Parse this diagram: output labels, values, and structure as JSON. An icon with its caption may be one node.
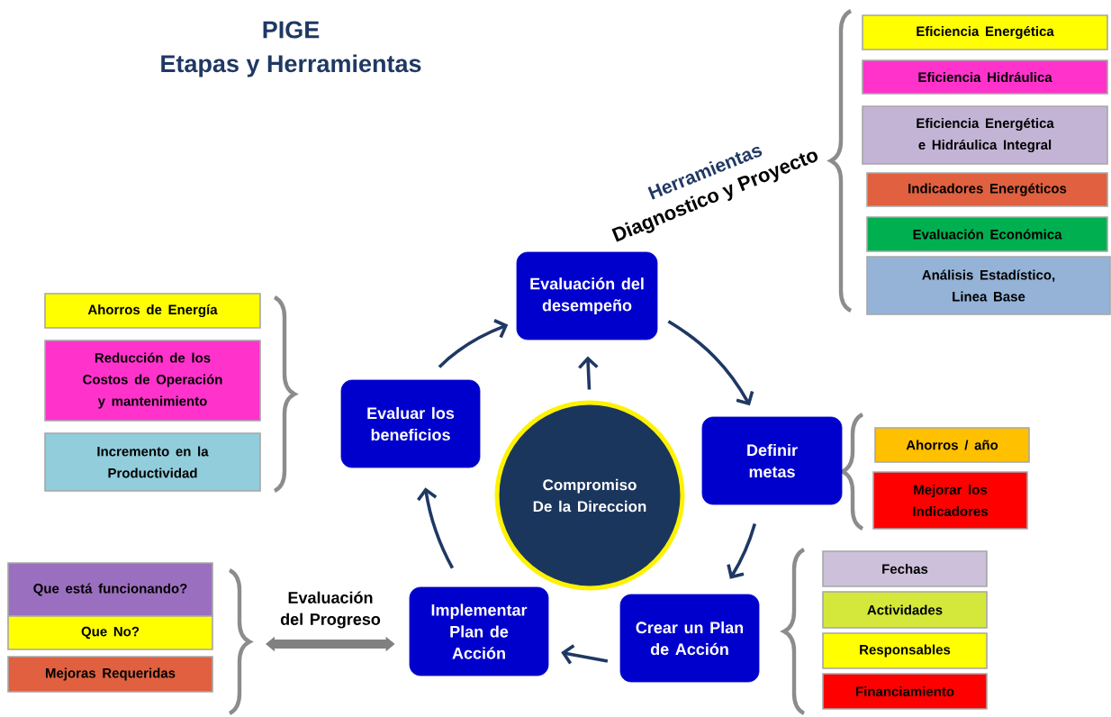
{
  "diagram": {
    "title": "PIGE",
    "nodes": [
      {
        "text": [
          "Evaluación del desempeño"
        ]
      },
      {
        "text": [
          "Definir metas"
        ]
      },
      {
        "text": [
          "Crear un Plan de Acción"
        ]
      },
      {
        "text": [
          "Implementar Plan de Acción"
        ]
      },
      {
        "text": [
          "Evaluar los beneficios"
        ]
      },
      {
        "text": [
          "Compromiso De la Direccion"
        ]
      },
      {
        "text": [
          "Eficiencia Energética"
        ]
      },
      {
        "text": [
          "Eficiencia Hidráulica"
        ]
      },
      {
        "text": [
          "Eficiencia Energética e Hidráulica Integral"
        ]
      },
      {
        "text": [
          "Indicadores Energéticos"
        ]
      },
      {
        "text": [
          "Evaluación Económica"
        ]
      },
      {
        "text": [
          "Análisis Estadístico, Linea Base"
        ]
      },
      {
        "text": [
          "Ahorros de Energía"
        ]
      },
      {
        "text": [
          "Reducción de los Costos de Operación y mantenimiento"
        ]
      },
      {
        "text": [
          "Incremento en la Productividad"
        ]
      },
      {
        "text": [
          "Ahorros / año"
        ]
      },
      {
        "text": [
          "Mejorar los Indicadores"
        ]
      },
      {
        "text": [
          "Fechas"
        ]
      },
      {
        "text": [
          "Actividades"
        ]
      },
      {
        "text": [
          "Responsables"
        ]
      },
      {
        "text": [
          "Financiamiento"
        ]
      },
      {
        "text": [
          "Que está funcionando?"
        ]
      },
      {
        "text": [
          "Que No?"
        ]
      },
      {
        "text": [
          "Mejoras Requeridas"
        ]
      }
    ],
    "edges": [
      {
        "from": 4,
        "to": 0,
        "arrow": "to"
      },
      {
        "from": 0,
        "to": 1,
        "arrow": "to"
      },
      {
        "from": 1,
        "to": 2,
        "arrow": "to"
      },
      {
        "from": 2,
        "to": 3,
        "arrow": "to"
      },
      {
        "from": 3,
        "to": 4,
        "arrow": "to"
      },
      {
        "from": 5,
        "to": 0,
        "arrow": "to"
      },
      {
        "from": null,
        "to": 3,
        "arrow": "both",
        "label": "Evaluación del Progreso",
        "style": "thick",
        "color": "#808080"
      }
    ],
    "labels": [
      "Etapas y Herramientas",
      "Herramientas",
      "Diagnostico y Proyecto"
    ]
  }
}
